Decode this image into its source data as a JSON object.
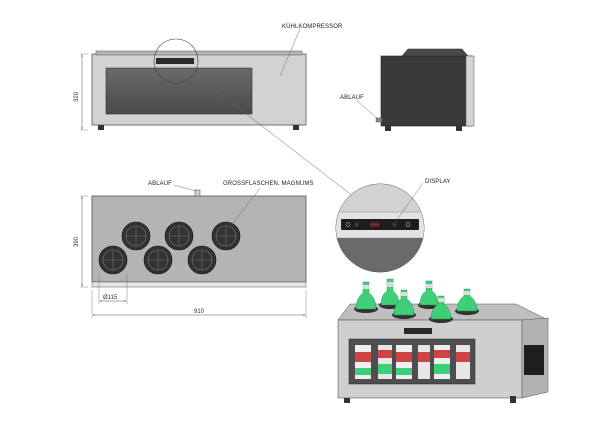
{
  "labels": {
    "kompressor": "KÜHLKOMPRESSOR",
    "ablauf_side": "ABLAUF",
    "ablauf_top": "ABLAUF",
    "grossflaschen": "GROSSFLASCHEN, MAGNUMS",
    "display": "DISPLAY"
  },
  "dimensions": {
    "height_front": "320",
    "depth_top": "390",
    "diameter": "Ø115",
    "width": "910"
  },
  "display_readout": {
    "main": "888",
    "left": "8",
    "right": "8"
  },
  "colors": {
    "body_gray": "#d0d0d0",
    "dark_gray": "#3a3a3a",
    "glass_dark": "#555555",
    "bottle_green": "#3fcf78",
    "display_red": "#ff3b3b"
  }
}
